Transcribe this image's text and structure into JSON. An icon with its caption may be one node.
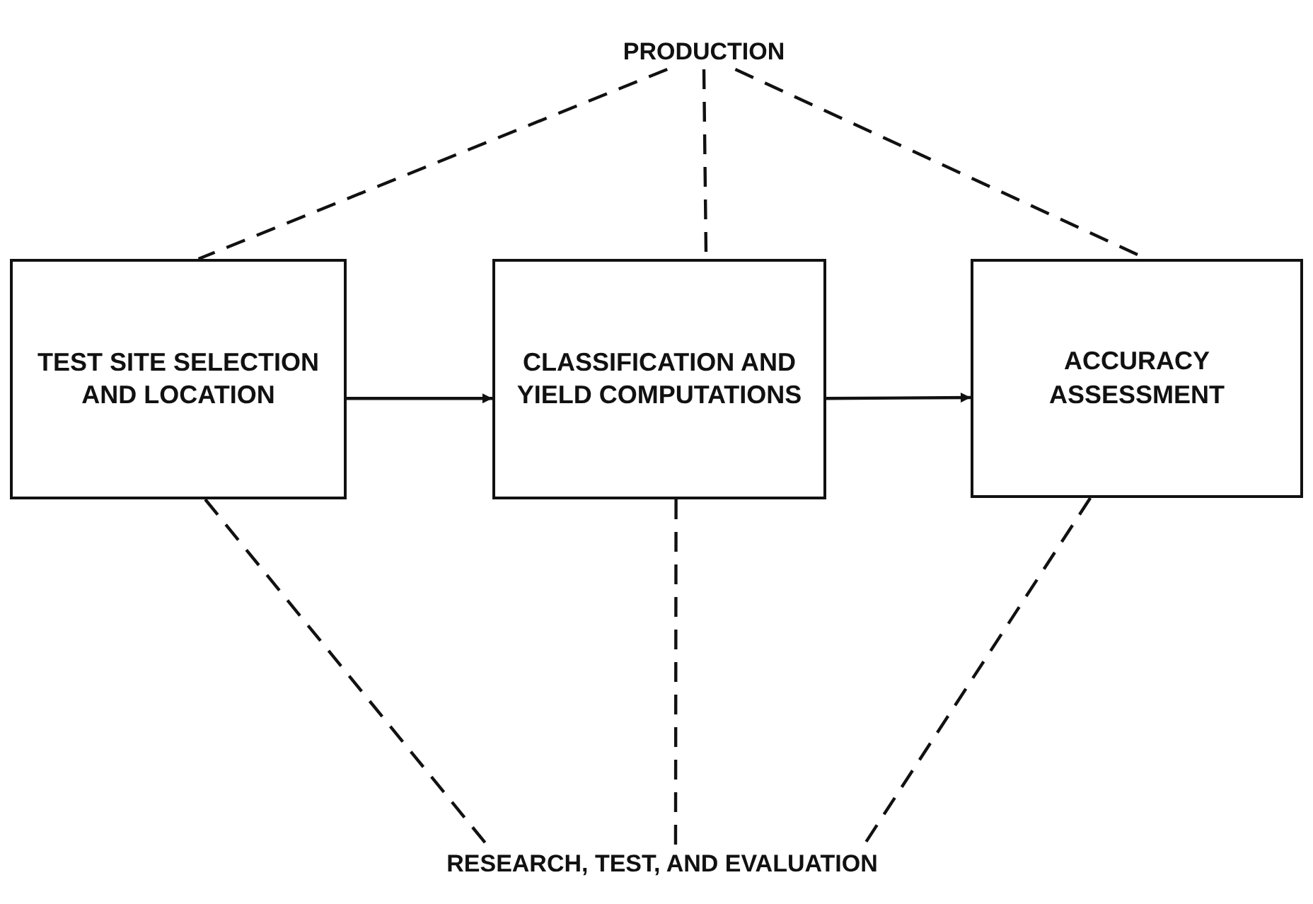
{
  "diagram": {
    "nodes": [
      {
        "text": [
          "PRODUCTION"
        ]
      },
      {
        "text": [
          "TEST SITE SELECTION AND LOCATION"
        ]
      },
      {
        "text": [
          "CLASSIFICATION AND YIELD COMPUTATIONS"
        ]
      },
      {
        "text": [
          "ACCURACY ASSESSMENT"
        ]
      },
      {
        "text": [
          "RESEARCH, TEST, AND EVALUATION"
        ]
      }
    ],
    "edges": [
      {
        "from": 1,
        "to": 2,
        "arrow": "to"
      },
      {
        "from": 2,
        "to": 3,
        "arrow": "to"
      },
      {
        "from": 0,
        "to": 1,
        "arrow": "none",
        "style": "dashed"
      },
      {
        "from": 0,
        "to": 2,
        "arrow": "none",
        "style": "dashed"
      },
      {
        "from": 0,
        "to": 3,
        "arrow": "none",
        "style": "dashed"
      },
      {
        "from": 1,
        "to": 4,
        "arrow": "none",
        "style": "dashed"
      },
      {
        "from": 2,
        "to": 4,
        "arrow": "none",
        "style": "dashed"
      },
      {
        "from": 3,
        "to": 4,
        "arrow": "none",
        "style": "dashed"
      }
    ]
  }
}
